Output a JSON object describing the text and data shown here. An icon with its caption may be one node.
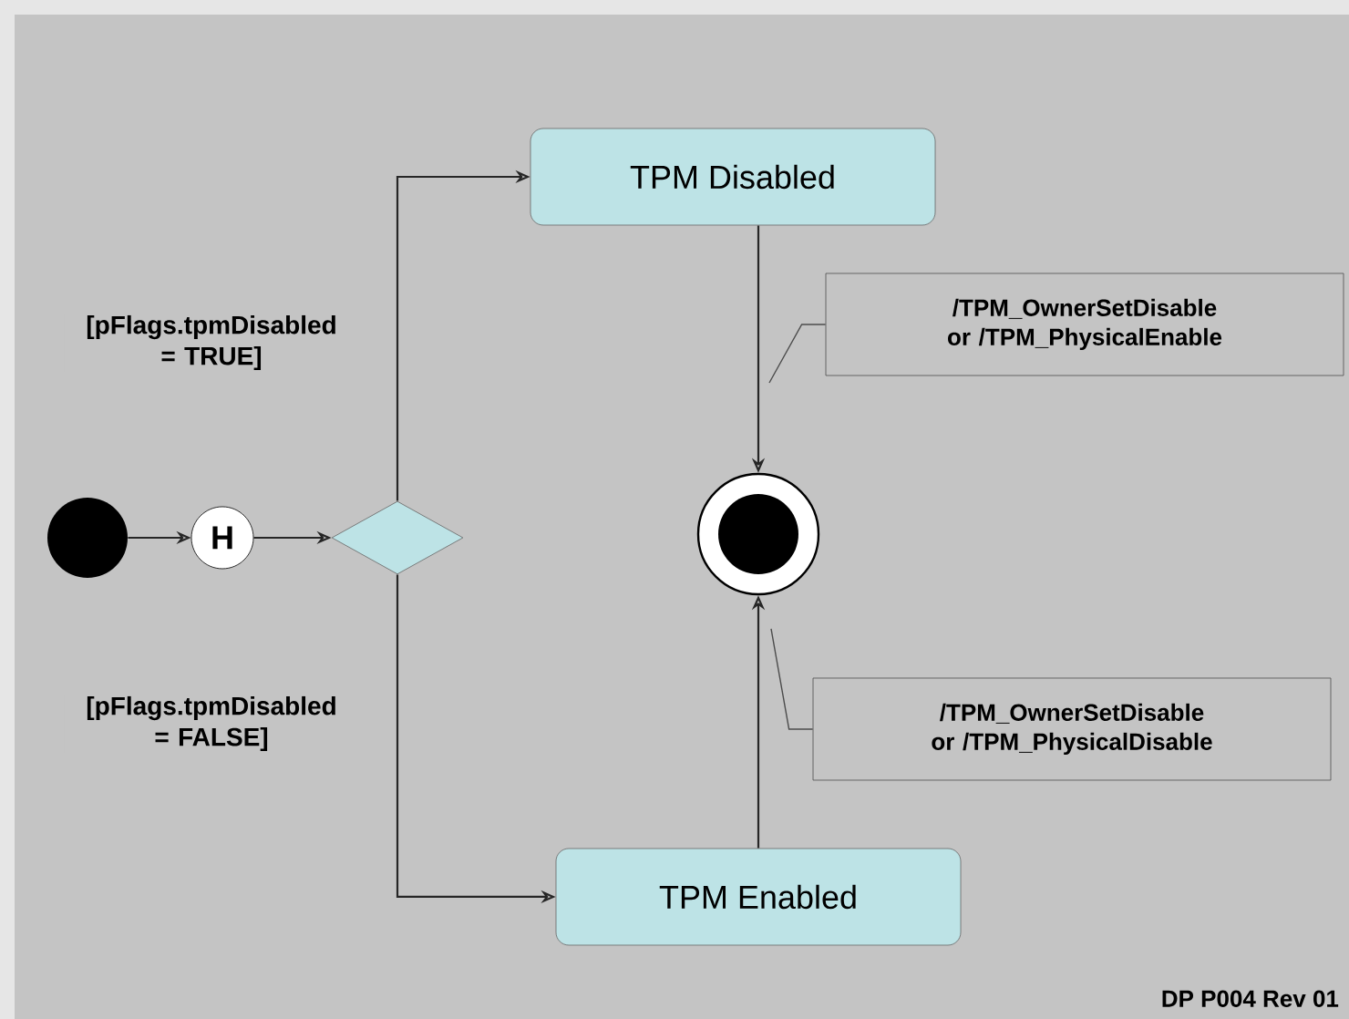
{
  "diagram": {
    "nodes": [
      {
        "text": [],
        "shape": "circle"
      },
      {
        "text": [
          "H"
        ]
      },
      {
        "text": [],
        "shape": "diamond"
      },
      {
        "text": [
          "TPM Disabled"
        ]
      },
      {
        "text": [
          "TPM Enabled"
        ]
      },
      {
        "text": [],
        "shape": "circle"
      },
      {
        "text": [
          "/TPM_OwnerSetDisable or /TPM_PhysicalEnable"
        ]
      },
      {
        "text": [
          "/TPM_OwnerSetDisable or /TPM_PhysicalDisable"
        ]
      }
    ],
    "edges": [
      {
        "from": 0,
        "to": 1,
        "arrow": "to"
      },
      {
        "from": 1,
        "to": 2,
        "arrow": "to"
      },
      {
        "from": 2,
        "to": 3,
        "arrow": "to",
        "label": "[pFlags.tpmDisabled = TRUE]"
      },
      {
        "from": 2,
        "to": 4,
        "arrow": "to",
        "label": "[pFlags.tpmDisabled = FALSE]"
      },
      {
        "from": 3,
        "to": 5,
        "arrow": "to"
      },
      {
        "from": 4,
        "to": 5,
        "arrow": "to"
      },
      {
        "from": 6,
        "to": null,
        "arrow": "none"
      },
      {
        "from": 7,
        "to": null,
        "arrow": "none"
      }
    ],
    "labels": [
      "DP P004 Rev 01"
    ]
  }
}
